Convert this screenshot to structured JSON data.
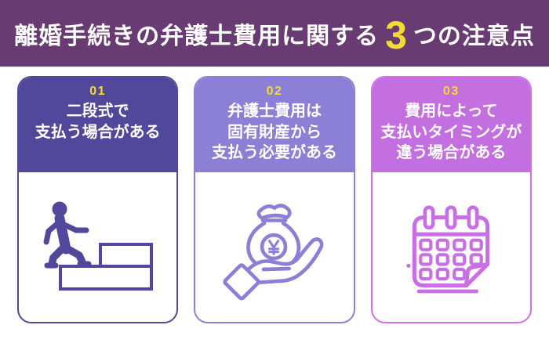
{
  "header": {
    "title_before": "離婚手続きの弁護士費用に関する",
    "highlight_number": "3",
    "title_after": "つの注意点",
    "bg_color": "#683c73",
    "text_color": "#ffffff",
    "highlight_color": "#f2dc2e"
  },
  "cards": [
    {
      "number": "01",
      "title_lines": [
        "二段式で",
        "支払う場合がある"
      ],
      "icon": "stairs-person-icon",
      "accent": "#52489b",
      "border": "#52489b",
      "icon_color": "#52489b"
    },
    {
      "number": "02",
      "title_lines": [
        "弁護士費用は",
        "固有財産から",
        "支払う必要がある"
      ],
      "icon": "money-bag-hand-icon",
      "accent": "#8c80d6",
      "border": "#8c80d6",
      "icon_color": "#8c80d6"
    },
    {
      "number": "03",
      "title_lines": [
        "費用によって",
        "支払いタイミングが",
        "違う場合がある"
      ],
      "icon": "calendar-icon",
      "accent": "#c36fdf",
      "border": "#d76ceb",
      "icon_color": "#c86fe4"
    }
  ],
  "colors": {
    "page_bg": "#ffffff",
    "number_color": "#f2dc2e"
  }
}
